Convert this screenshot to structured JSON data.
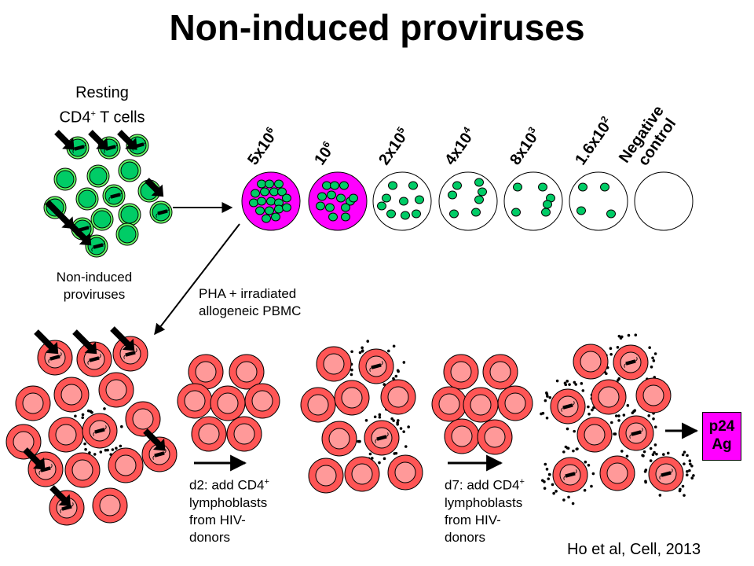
{
  "title": "Non-induced proviruses",
  "labels": {
    "resting_line1": "Resting",
    "resting_line2": "CD4",
    "resting_sup": "+",
    "resting_line2b": " T cells",
    "noninduced_line1": "Non-induced",
    "noninduced_line2": "proviruses",
    "pha_line1": "PHA + irradiated",
    "pha_line2": "allogeneic PBMC",
    "d2_line1": "d2: add CD4",
    "d2_sup": "+",
    "d2_line2": "lymphoblasts",
    "d2_line3": "from HIV-",
    "d2_line4": "donors",
    "d7_line1": "d7: add CD4",
    "d7_sup": "+",
    "d7_line2": "lymphoblasts",
    "d7_line3": "from HIV-",
    "d7_line4": "donors",
    "p24_line1": "p24",
    "p24_line2": "Ag",
    "citation": "Ho et al, Cell, 2013"
  },
  "dilutions": [
    {
      "base": "5x10",
      "exp": "6",
      "positive": true
    },
    {
      "base": "10",
      "exp": "6",
      "positive": true
    },
    {
      "base": "2x10",
      "exp": "5",
      "positive": false
    },
    {
      "base": "4x10",
      "exp": "4",
      "positive": false
    },
    {
      "base": "8x10",
      "exp": "3",
      "positive": false
    },
    {
      "base": "1.6x10",
      "exp": "2",
      "positive": false
    },
    {
      "base": "Negative",
      "exp": "",
      "line2": "control",
      "positive": false
    }
  ],
  "colors": {
    "positive_well": "#ff00ff",
    "cell_green": "#00cc66",
    "cell_green_rim": "#66ff66",
    "cell_red": "#ff5555",
    "cell_pink": "#ff9999",
    "p24_box": "#ff00ff"
  }
}
